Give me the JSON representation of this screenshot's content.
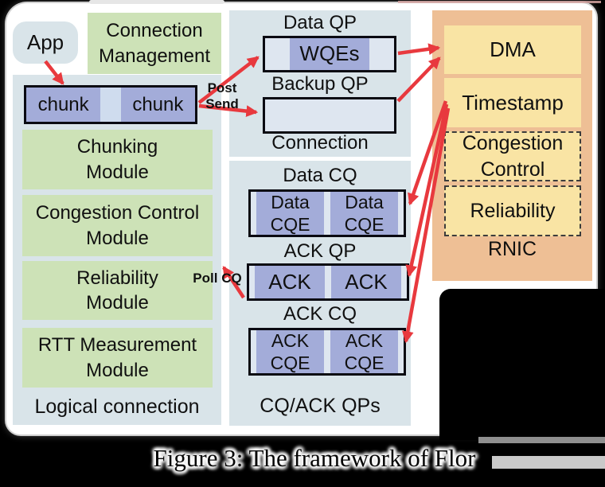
{
  "caption": "Figure 3: The framework of Flor",
  "app_label": "App",
  "connection_management_label": "Connection\nManagement",
  "logical_panel": {
    "chunk_cells": [
      "chunk",
      "chunk"
    ],
    "modules": [
      "Chunking\nModule",
      "Congestion Control\nModule",
      "Reliability\nModule",
      "RTT Measurement\nModule"
    ],
    "label": "Logical connection"
  },
  "connection_qp_panel": {
    "data_qp_title": "Data QP",
    "wqes_label": "WQEs",
    "backup_qp_title": "Backup QP",
    "label": "Connection"
  },
  "cq_ack_panel": {
    "data_cq_title": "Data CQ",
    "data_cqe_cells": [
      "Data\nCQE",
      "Data\nCQE"
    ],
    "ack_qp_title": "ACK QP",
    "ack_cells": [
      "ACK",
      "ACK"
    ],
    "ack_cq_title": "ACK CQ",
    "ack_cqe_cells": [
      "ACK\nCQE",
      "ACK\nCQE"
    ],
    "label": "CQ/ACK QPs"
  },
  "rnic_panel": {
    "dma_label": "DMA",
    "timestamp_label": "Timestamp",
    "congestion_control_label": "Congestion\nControl",
    "reliability_label": "Reliability",
    "label": "RNIC"
  },
  "arrow_labels": {
    "post_send": "Post\nSend",
    "poll_cq": "Poll CQ"
  },
  "colors": {
    "panel_blue": "#d9e4e9",
    "module_green": "#cde2b7",
    "cell_periwinkle": "#a3acd9",
    "box_pale": "#dee6f0",
    "chunk_gap": "#cfdcee",
    "rnic_orange": "#eebf95",
    "rnic_yellow": "#f9e4a4",
    "arrow_red": "#e8393e",
    "border_dark": "#0a0a12"
  }
}
